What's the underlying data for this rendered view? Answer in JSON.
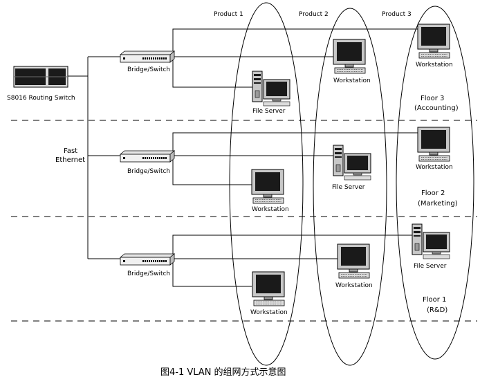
{
  "products": [
    "Product 1",
    "Product 2",
    "Product 3"
  ],
  "core_switch": "S8016 Routing Switch",
  "backbone": [
    "Fast",
    "Ethernet"
  ],
  "bridge_label": "Bridge/Switch",
  "devices": {
    "floor3": {
      "product1": "File Server",
      "product2": "Workstation",
      "product3": "Workstation"
    },
    "floor2": {
      "product1": "Workstation",
      "product2": "File Server",
      "product3": "Workstation"
    },
    "floor1": {
      "product1": "Workstation",
      "product2": "Workstation",
      "product3": "File Server"
    }
  },
  "floors": {
    "floor3": {
      "name": "Floor 3",
      "dept": "(Accounting)"
    },
    "floor2": {
      "name": "Floor 2",
      "dept": "(Marketing)"
    },
    "floor1": {
      "name": "Floor 1",
      "dept": "(R&D)"
    }
  },
  "caption": "图4-1  VLAN 的组网方式示意图"
}
